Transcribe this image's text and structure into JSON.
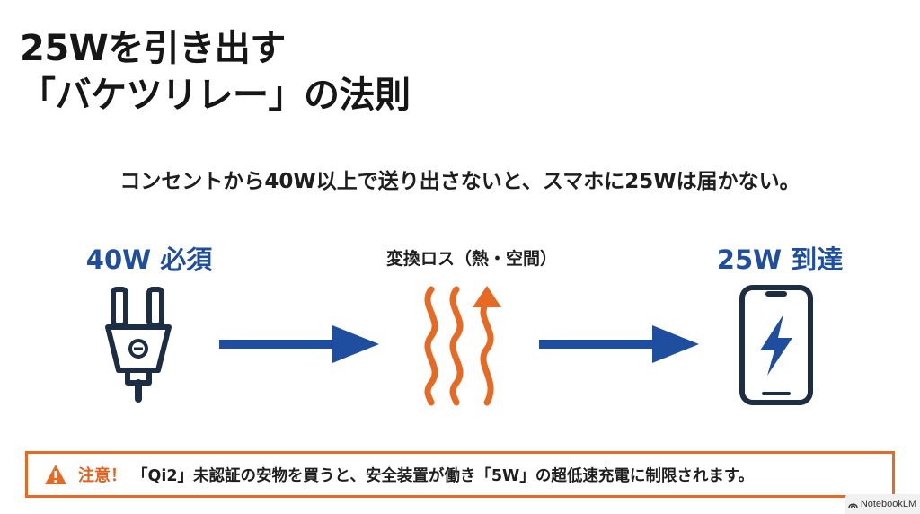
{
  "title": {
    "line1": "25Wを引き出す",
    "line2": "「バケツリレー」の法則"
  },
  "subtitle": "コンセントから40W以上で送り出さないと、スマホに25Wは届かない。",
  "flow": {
    "input_label": "40W 必須",
    "loss_label": "変換ロス（熱・空間）",
    "output_label": "25W 到達"
  },
  "warning": {
    "label": "注意！",
    "text": "「Qi2」未認証の安物を買うと、安全装置が働き「5W」の超低速充電に制限されます。"
  },
  "badge": {
    "text": "NotebookLM"
  },
  "colors": {
    "blue": "#1f4e9e",
    "orange": "#e66a24",
    "dark": "#1d2d44"
  },
  "icons": [
    "plug-icon",
    "arrow-right-icon",
    "heat-waves-icon",
    "phone-charging-icon",
    "warning-icon"
  ]
}
